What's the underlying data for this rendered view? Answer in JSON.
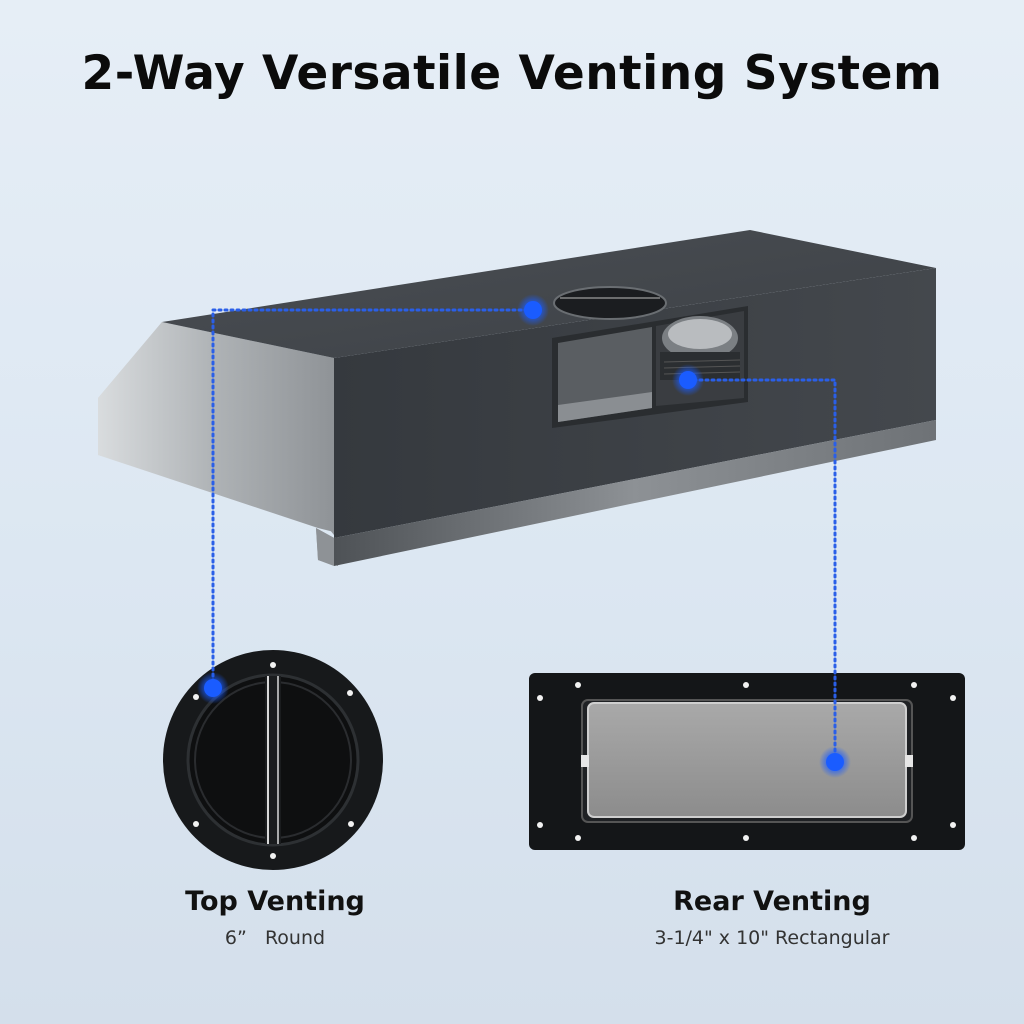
{
  "title": "2-Way Versatile Venting System",
  "top_venting": {
    "label": "Top Venting",
    "detail": "6”   Round"
  },
  "rear_venting": {
    "label": "Rear Venting",
    "detail": "3-1/4\" x 10\" Rectangular"
  },
  "colors": {
    "accent_dot": "#1a5cff",
    "leader_line": "#2a5fe8",
    "hood_body": "#3b3f44",
    "stainless": "#bfc2c5"
  }
}
